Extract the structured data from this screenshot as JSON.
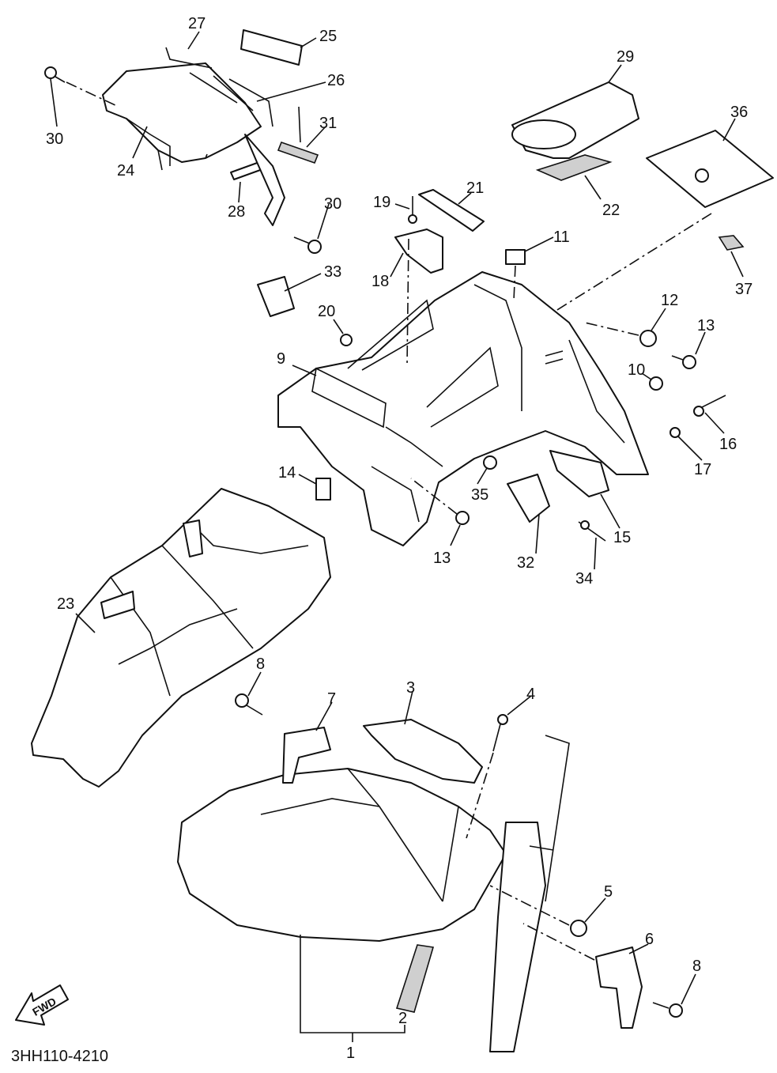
{
  "diagram": {
    "drawing_code": "3HH110-4210",
    "fwd_label": "FWD",
    "callouts": [
      "1",
      "2",
      "3",
      "4",
      "5",
      "6",
      "7",
      "8",
      "8",
      "9",
      "10",
      "11",
      "12",
      "13",
      "13",
      "14",
      "15",
      "16",
      "17",
      "18",
      "19",
      "20",
      "21",
      "22",
      "23",
      "24",
      "25",
      "26",
      "27",
      "28",
      "29",
      "30",
      "30",
      "31",
      "32",
      "33",
      "34",
      "35",
      "36",
      "37"
    ]
  }
}
